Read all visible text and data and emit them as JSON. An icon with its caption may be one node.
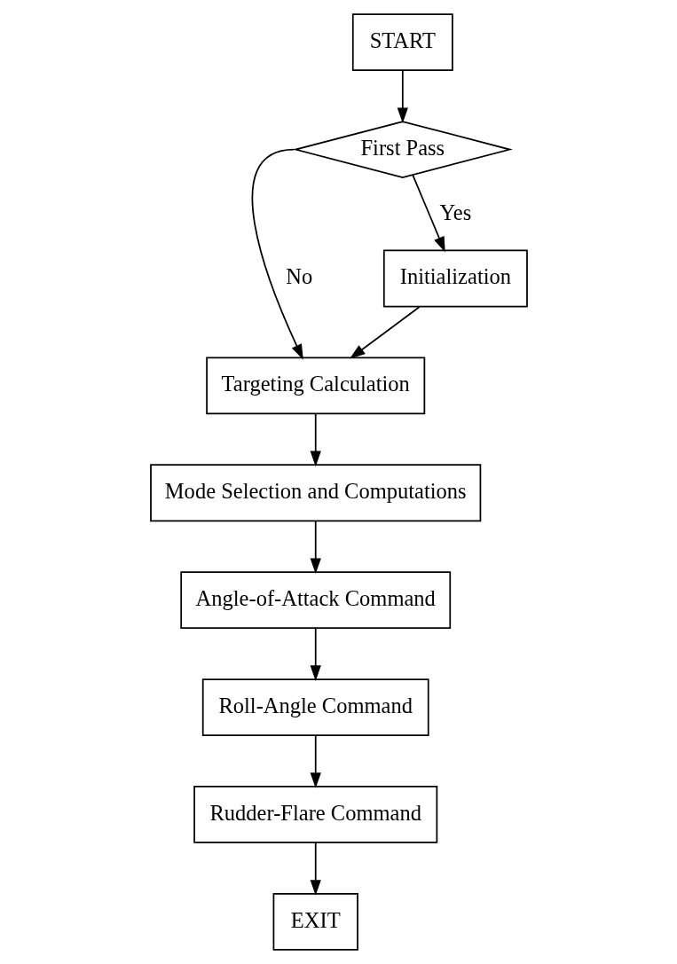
{
  "diagram": {
    "nodes": [
      {
        "text": [
          "START"
        ]
      },
      {
        "text": [
          "First Pass"
        ]
      },
      {
        "text": [
          "Initialization"
        ]
      },
      {
        "text": [
          "Targeting Calculation"
        ]
      },
      {
        "text": [
          "Mode Selection and Computations"
        ]
      },
      {
        "text": [
          "Angle-of-Attack Command"
        ]
      },
      {
        "text": [
          "Roll-Angle Command"
        ]
      },
      {
        "text": [
          "Rudder-Flare Command"
        ]
      },
      {
        "text": [
          "EXIT"
        ]
      }
    ],
    "edges": [
      {
        "from": 0,
        "to": 1,
        "arrow": "to"
      },
      {
        "from": 1,
        "to": 2,
        "arrow": "to",
        "label": "Yes"
      },
      {
        "from": 1,
        "to": 3,
        "arrow": "to",
        "label": "No"
      },
      {
        "from": 2,
        "to": 3,
        "arrow": "to"
      },
      {
        "from": 3,
        "to": 4,
        "arrow": "to"
      },
      {
        "from": 4,
        "to": 5,
        "arrow": "to"
      },
      {
        "from": 5,
        "to": 6,
        "arrow": "to"
      },
      {
        "from": 6,
        "to": 7,
        "arrow": "to"
      },
      {
        "from": 7,
        "to": 8,
        "arrow": "to"
      }
    ]
  }
}
